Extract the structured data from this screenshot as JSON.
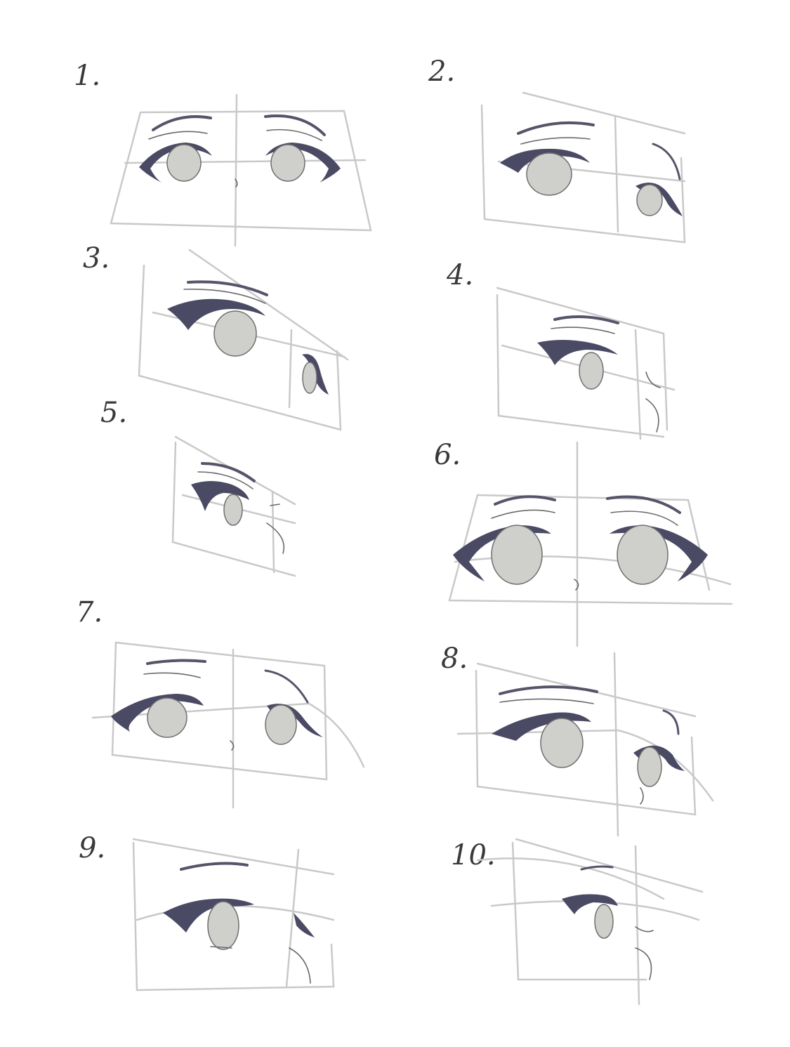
{
  "sheet": {
    "background": "#ffffff",
    "guide_color": "#c9c9c9",
    "lash_color": "#4b4a64",
    "iris_color": "#cfcfcc",
    "studies": [
      {
        "label": "1."
      },
      {
        "label": "2."
      },
      {
        "label": "3."
      },
      {
        "label": "4."
      },
      {
        "label": "5."
      },
      {
        "label": "6."
      },
      {
        "label": "7."
      },
      {
        "label": "8."
      },
      {
        "label": "9."
      },
      {
        "label": "10."
      }
    ]
  }
}
